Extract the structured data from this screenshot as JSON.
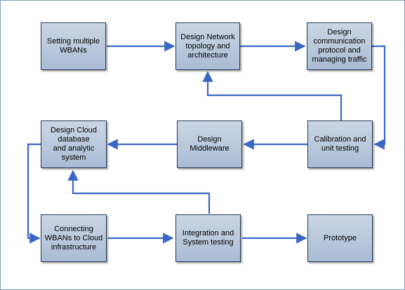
{
  "diagram": {
    "colors": {
      "arrow": "#3a67c6",
      "box_border": "#243a5e",
      "frame": "#7f9db9"
    },
    "nodes": {
      "setting": "Setting multiple\nWBANs",
      "network": "Design Network\ntopology and\narchitecture",
      "protocol": "Design\ncommunication\nprotocol and\nmanaging traffic",
      "cloud": "Design Cloud\ndatabase\nand analytic\nsystem",
      "middleware": "Design\nMiddleware",
      "calibration": "Calibration and\nunit testing",
      "connecting": "Connecting\nWBANs to Cloud\ninfrastructure",
      "integration": "Integration and\nSystem testing",
      "prototype": "Prototype"
    }
  }
}
